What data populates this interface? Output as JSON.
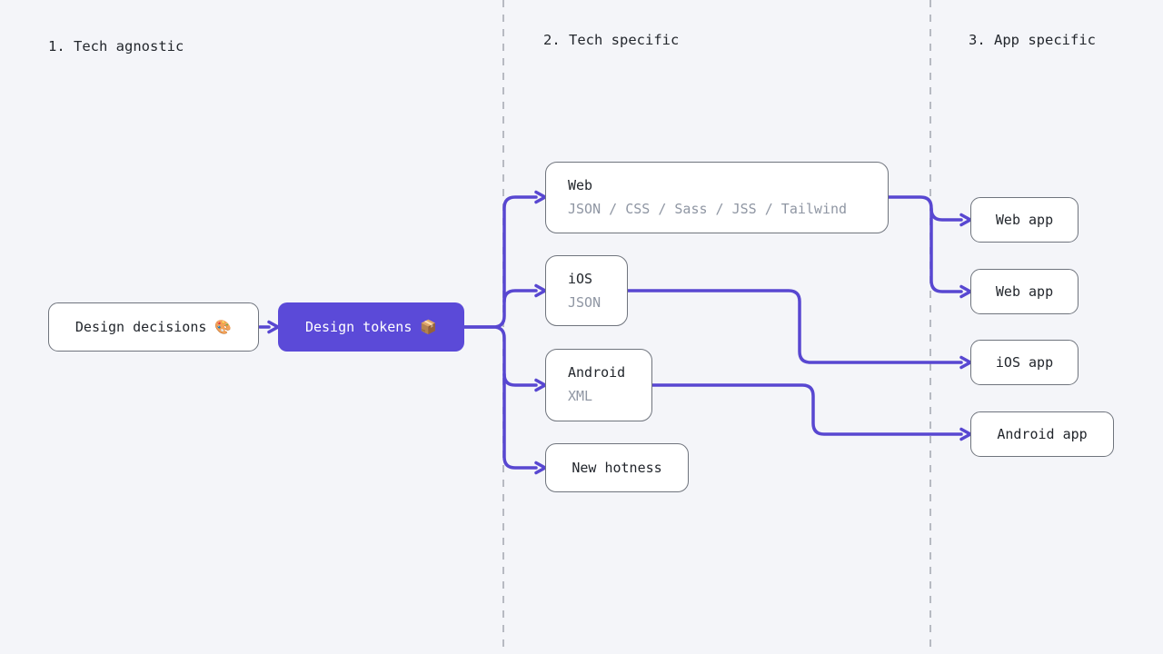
{
  "colors": {
    "background": "#F4F5F9",
    "accent": "#5847D1",
    "tokens_node_fill": "#5B4AD8",
    "node_border": "#6F747D",
    "text": "#22262C",
    "muted_text": "#8F96A3",
    "divider": "#B7BAC2"
  },
  "headings": [
    {
      "label": "1. Tech agnostic"
    },
    {
      "label": "2. Tech specific"
    },
    {
      "label": "3. App specific"
    }
  ],
  "nodes": {
    "design_decisions": {
      "label": "Design decisions",
      "icon": "🎨"
    },
    "design_tokens": {
      "label": "Design tokens",
      "icon": "📦"
    },
    "web": {
      "title": "Web",
      "subtitle": "JSON / CSS / Sass / JSS / Tailwind"
    },
    "ios": {
      "title": "iOS",
      "subtitle": "JSON"
    },
    "android": {
      "title": "Android",
      "subtitle": "XML"
    },
    "new_hotness": {
      "title": "New hotness"
    },
    "web_app_1": {
      "label": "Web app"
    },
    "web_app_2": {
      "label": "Web app"
    },
    "ios_app": {
      "label": "iOS app"
    },
    "android_app": {
      "label": "Android app"
    }
  }
}
